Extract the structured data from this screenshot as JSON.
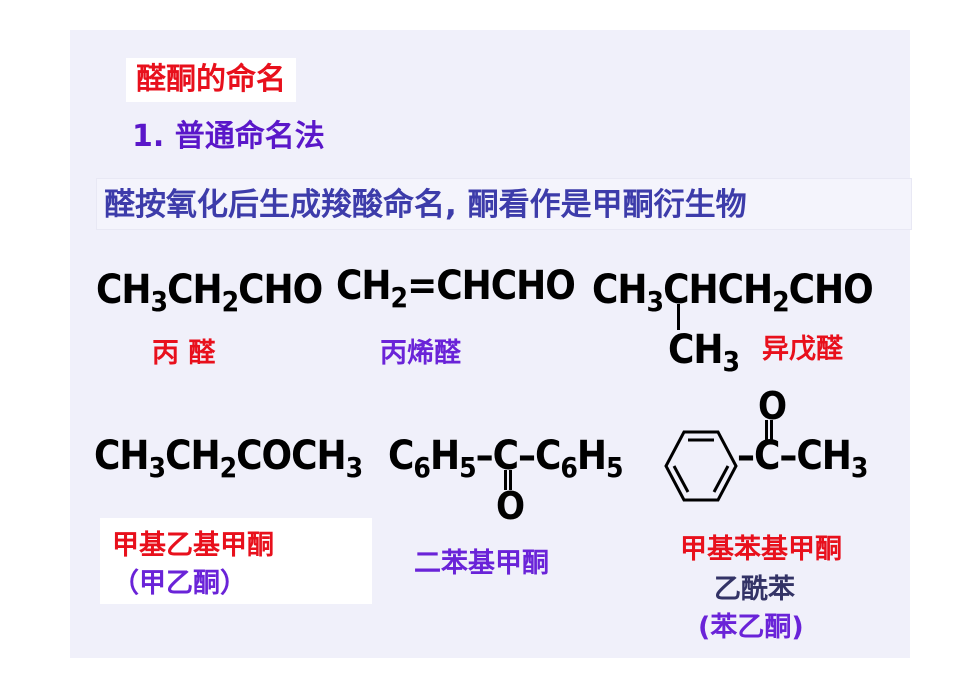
{
  "slide": {
    "title": "醛酮的命名",
    "subtitle": "1. 普通命名法",
    "rule": "醛按氧化后生成羧酸命名, 酮看作是甲酮衍生物"
  },
  "row1": {
    "propanal": {
      "parts": [
        "CH",
        "3",
        "CH",
        "2",
        "CHO"
      ],
      "name": "丙  醛"
    },
    "propenal": {
      "parts": [
        "CH",
        "2",
        "=CHCHO"
      ],
      "name": "丙烯醛"
    },
    "isopentanal": {
      "parts": [
        "CH",
        "3",
        "CHCH",
        "2",
        "CHO"
      ],
      "branch": [
        "CH",
        "3"
      ],
      "name": "异戊醛"
    }
  },
  "row2": {
    "butanone": {
      "parts": [
        "CH",
        "3",
        "CH",
        "2",
        "COCH",
        "3"
      ],
      "name1": "甲基乙基甲酮",
      "name2": "（甲乙酮）"
    },
    "benzophenone": {
      "left": [
        "C",
        "6",
        "H",
        "5"
      ],
      "center": "–C–",
      "right": [
        "C",
        "6",
        "H",
        "5"
      ],
      "oxygen": "O",
      "name": "二苯基甲酮"
    },
    "acetophenone": {
      "right": "–C–CH",
      "right_sub": "3",
      "oxygen": "O",
      "name1": "甲基苯基甲酮",
      "name2": "乙酰苯",
      "name3": "(苯乙酮)"
    }
  },
  "colors": {
    "red": "#e8101c",
    "purple": "#6a23d8",
    "blue": "#3d3caa",
    "background": "#f0f0fa"
  }
}
